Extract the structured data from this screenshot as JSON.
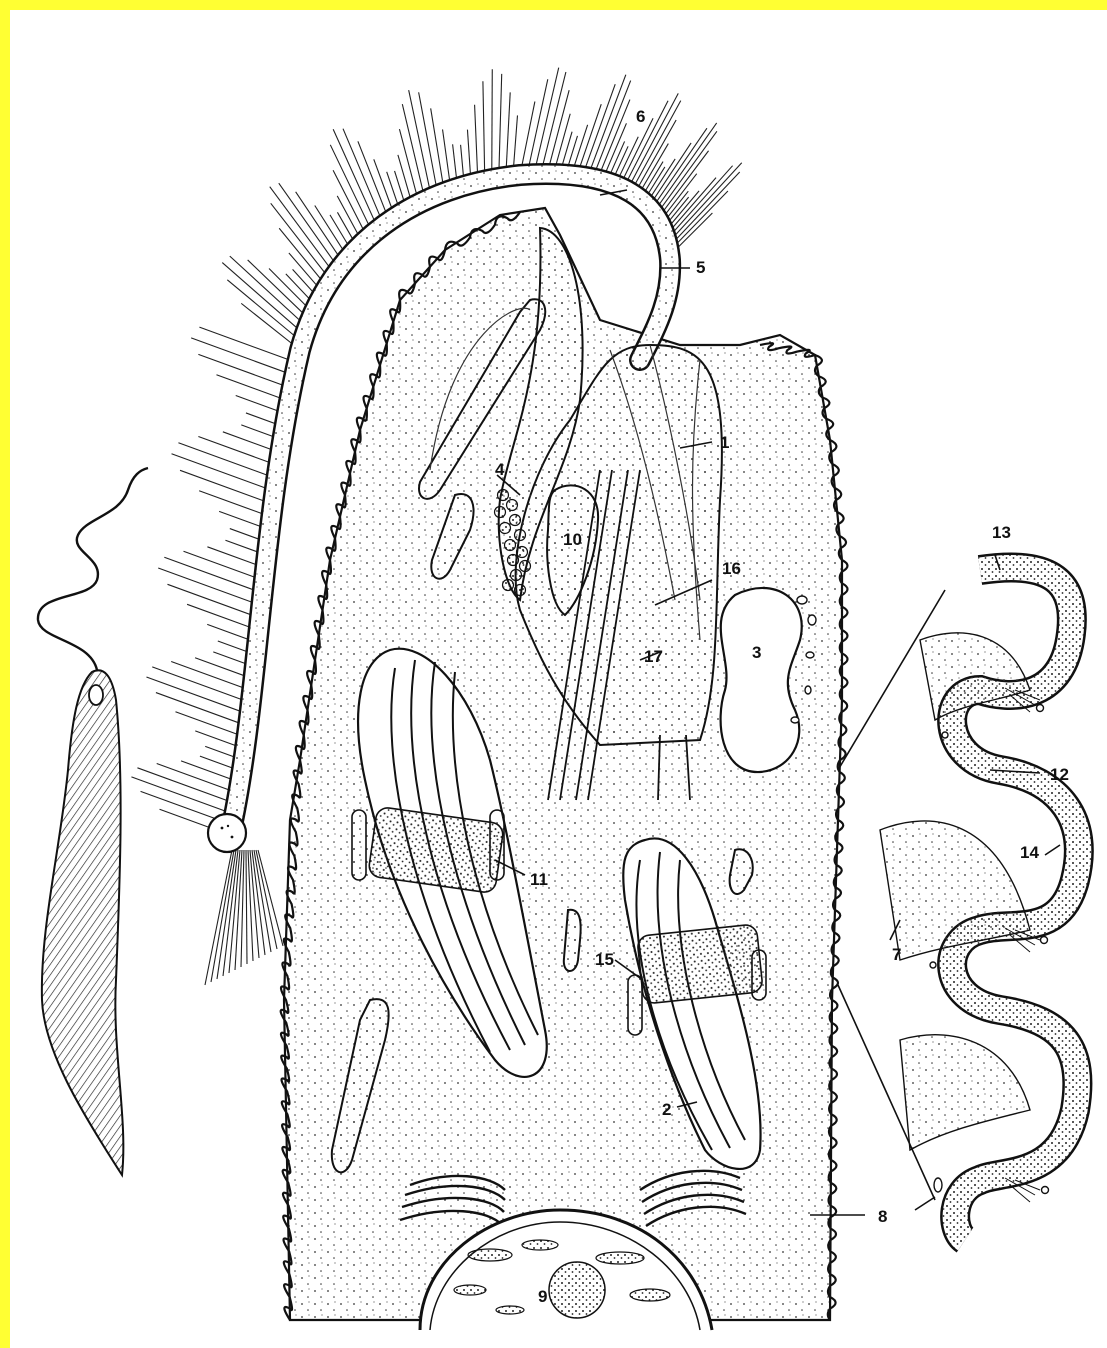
{
  "colors": {
    "frame": "#ffff33",
    "background": "#ffffff",
    "ink": "#111111"
  },
  "labels": {
    "l1": "1",
    "l2": "2",
    "l3": "3",
    "l4": "4",
    "l5": "5",
    "l6": "6",
    "l7": "7",
    "l8": "8",
    "l9": "9",
    "l10": "10",
    "l11": "11",
    "l12": "12",
    "l13": "13",
    "l14": "14",
    "l15": "15",
    "l16": "16",
    "l17": "17"
  }
}
